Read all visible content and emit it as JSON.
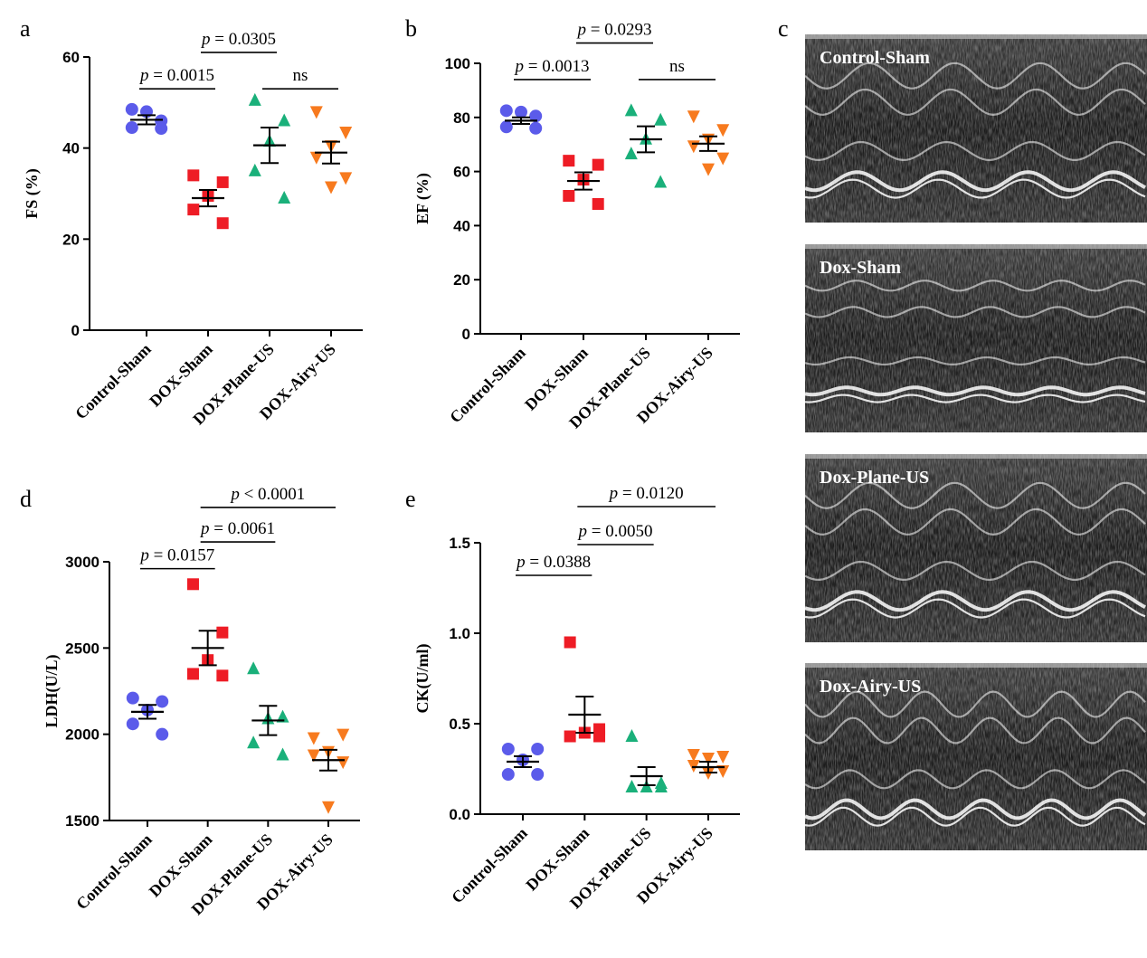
{
  "chart_data": [
    {
      "letter": "a",
      "type": "scatter",
      "ylabel": "FS (%)",
      "ylim": [
        0,
        60
      ],
      "yticks": [
        0,
        20,
        40,
        60
      ],
      "categories": [
        "Control-Sham",
        "DOX-Sham",
        "DOX-Plane-US",
        "DOX-Airy-US"
      ],
      "series": [
        {
          "values": [
            48.5,
            46.0,
            48.0,
            44.5,
            44.3
          ],
          "mean": 46.2,
          "sem": 1.0
        },
        {
          "values": [
            34.0,
            32.5,
            29.5,
            26.5,
            23.5
          ],
          "mean": 29.0,
          "sem": 1.8
        },
        {
          "values": [
            50.5,
            46.0,
            41.5,
            35.0,
            29.0
          ],
          "mean": 40.6,
          "sem": 3.9
        },
        {
          "values": [
            48.0,
            43.5,
            40.5,
            38.0,
            33.5,
            31.5
          ],
          "mean": 39.0,
          "sem": 2.4
        }
      ],
      "comparisons": [
        {
          "from": 0,
          "to": 1,
          "label": "p = 0.0015",
          "y": 53.0
        },
        {
          "from": 1,
          "to": 2,
          "label": "p = 0.0305",
          "y": 61.0
        },
        {
          "from": 2,
          "to": 3,
          "label": "ns",
          "y": 53.0
        }
      ]
    },
    {
      "letter": "b",
      "type": "scatter",
      "ylabel": "EF (%)",
      "ylim": [
        0,
        100
      ],
      "yticks": [
        0,
        20,
        40,
        60,
        80,
        100
      ],
      "categories": [
        "Control-Sham",
        "DOX-Sham",
        "DOX-Plane-US",
        "DOX-Airy-US"
      ],
      "series": [
        {
          "values": [
            82.5,
            80.5,
            82.0,
            76.5,
            76.0
          ],
          "mean": 78.8,
          "sem": 1.2
        },
        {
          "values": [
            64.0,
            62.5,
            57.0,
            51.0,
            48.0
          ],
          "mean": 56.5,
          "sem": 3.2
        },
        {
          "values": [
            82.5,
            79.0,
            72.0,
            66.5,
            56.0
          ],
          "mean": 71.9,
          "sem": 4.8
        },
        {
          "values": [
            80.5,
            75.5,
            72.0,
            69.5,
            65.0,
            61.0
          ],
          "mean": 70.3,
          "sem": 2.7
        }
      ],
      "comparisons": [
        {
          "from": 0,
          "to": 1,
          "label": "p = 0.0013",
          "y": 94.0
        },
        {
          "from": 1,
          "to": 2,
          "label": "p = 0.0293",
          "y": 107.5
        },
        {
          "from": 2,
          "to": 3,
          "label": "ns",
          "y": 94.0
        }
      ]
    },
    {
      "letter": "d",
      "type": "scatter",
      "ylabel": "LDH(U/L)",
      "ylim": [
        1500,
        3000
      ],
      "yticks": [
        1500,
        2000,
        2500,
        3000
      ],
      "categories": [
        "Control-Sham",
        "DOX-Sham",
        "DOX-Plane-US",
        "DOX-Airy-US"
      ],
      "series": [
        {
          "values": [
            2210,
            2190,
            2140,
            2060,
            2000
          ],
          "mean": 2130,
          "sem": 40
        },
        {
          "values": [
            2870,
            2590,
            2430,
            2350,
            2340
          ],
          "mean": 2500,
          "sem": 100
        },
        {
          "values": [
            2380,
            2100,
            2090,
            1950,
            1880
          ],
          "mean": 2080,
          "sem": 85
        },
        {
          "values": [
            1980,
            2000,
            1900,
            1880,
            1840,
            1580
          ],
          "mean": 1850,
          "sem": 60
        }
      ],
      "comparisons": [
        {
          "from": 0,
          "to": 1,
          "label": "p = 0.0157",
          "y": 2960
        },
        {
          "from": 1,
          "to": 2,
          "label": "p = 0.0061",
          "y": 3115
        },
        {
          "from": 1,
          "to": 3,
          "label": "p < 0.0001",
          "y": 3315
        }
      ]
    },
    {
      "letter": "e",
      "type": "scatter",
      "ylabel": "CK(U/ml)",
      "ylim": [
        0.0,
        1.5
      ],
      "yticks": [
        0.0,
        0.5,
        1.0,
        1.5
      ],
      "categories": [
        "Control-Sham",
        "DOX-Sham",
        "DOX-Plane-US",
        "DOX-Airy-US"
      ],
      "series": [
        {
          "values": [
            0.36,
            0.36,
            0.3,
            0.22,
            0.22
          ],
          "mean": 0.29,
          "sem": 0.03
        },
        {
          "values": [
            0.95,
            0.47,
            0.45,
            0.43,
            0.43
          ],
          "mean": 0.55,
          "sem": 0.1
        },
        {
          "values": [
            0.43,
            0.17,
            0.15,
            0.15,
            0.15
          ],
          "mean": 0.21,
          "sem": 0.05
        },
        {
          "values": [
            0.33,
            0.32,
            0.31,
            0.27,
            0.24,
            0.23
          ],
          "mean": 0.26,
          "sem": 0.03
        }
      ],
      "comparisons": [
        {
          "from": 0,
          "to": 1,
          "label": "p = 0.0388",
          "y": 1.32
        },
        {
          "from": 1,
          "to": 2,
          "label": "p = 0.0050",
          "y": 1.49
        },
        {
          "from": 1,
          "to": 3,
          "label": "p = 0.0120",
          "y": 1.7
        }
      ]
    }
  ],
  "colors": {
    "control": "#5b5bea",
    "dox_sham": "#ee1c25",
    "plane": "#1ab07a",
    "airy": "#f77a1e"
  },
  "markers": [
    "circle",
    "square",
    "triangle-up",
    "triangle-down"
  ],
  "echo_panel": {
    "letter": "c",
    "labels": [
      "Control-Sham",
      "Dox-Sham",
      "Dox-Plane-US",
      "Dox-Airy-US"
    ]
  }
}
